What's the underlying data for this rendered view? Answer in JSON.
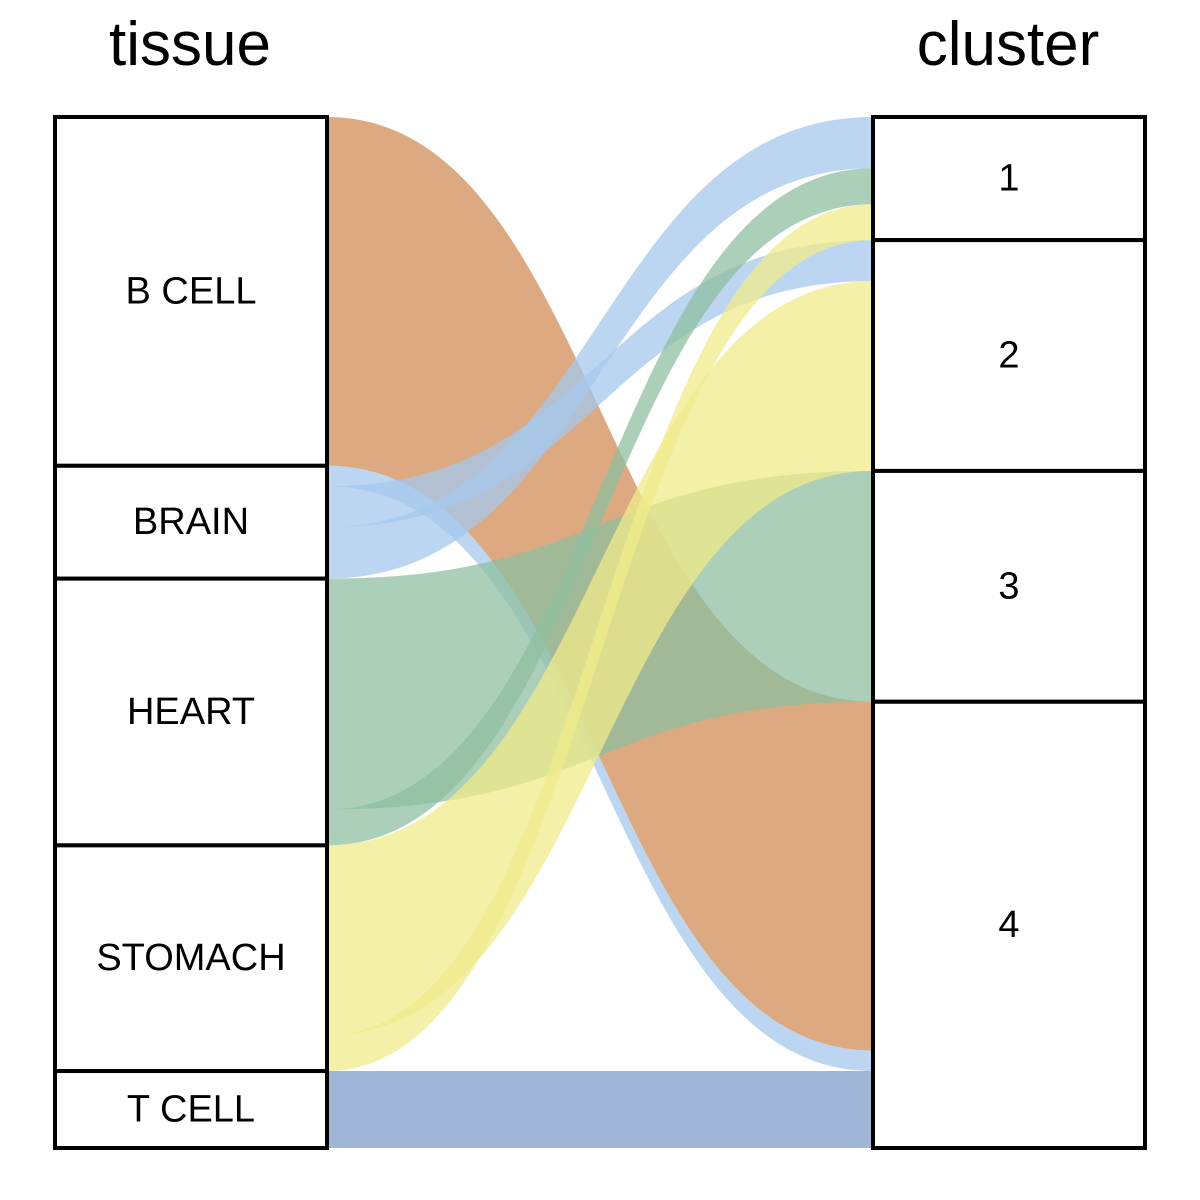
{
  "chart_data": {
    "type": "alluvial",
    "axes": [
      {
        "key": "tissue",
        "title": "tissue",
        "strata": [
          "B CELL",
          "BRAIN",
          "HEART",
          "STOMACH",
          "T CELL"
        ]
      },
      {
        "key": "cluster",
        "title": "cluster",
        "strata": [
          "1",
          "2",
          "3",
          "4"
        ]
      }
    ],
    "flows": [
      {
        "tissue": "B CELL",
        "cluster": "4",
        "value": 34,
        "color": "#d08c55"
      },
      {
        "tissue": "BRAIN",
        "cluster": "1",
        "value": 5,
        "color": "#a5c8ee"
      },
      {
        "tissue": "BRAIN",
        "cluster": "2",
        "value": 4,
        "color": "#a5c8ee"
      },
      {
        "tissue": "BRAIN",
        "cluster": "4",
        "value": 2,
        "color": "#a5c8ee"
      },
      {
        "tissue": "HEART",
        "cluster": "1",
        "value": 3.5,
        "color": "#8fbfa0"
      },
      {
        "tissue": "HEART",
        "cluster": "3",
        "value": 22.5,
        "color": "#8fbfa0"
      },
      {
        "tissue": "STOMACH",
        "cluster": "1",
        "value": 3.5,
        "color": "#f0eb8a"
      },
      {
        "tissue": "STOMACH",
        "cluster": "2",
        "value": 18.5,
        "color": "#f0eb8a"
      },
      {
        "tissue": "T CELL",
        "cluster": "4",
        "value": 7.5,
        "color": "#7f9ec9"
      }
    ]
  }
}
